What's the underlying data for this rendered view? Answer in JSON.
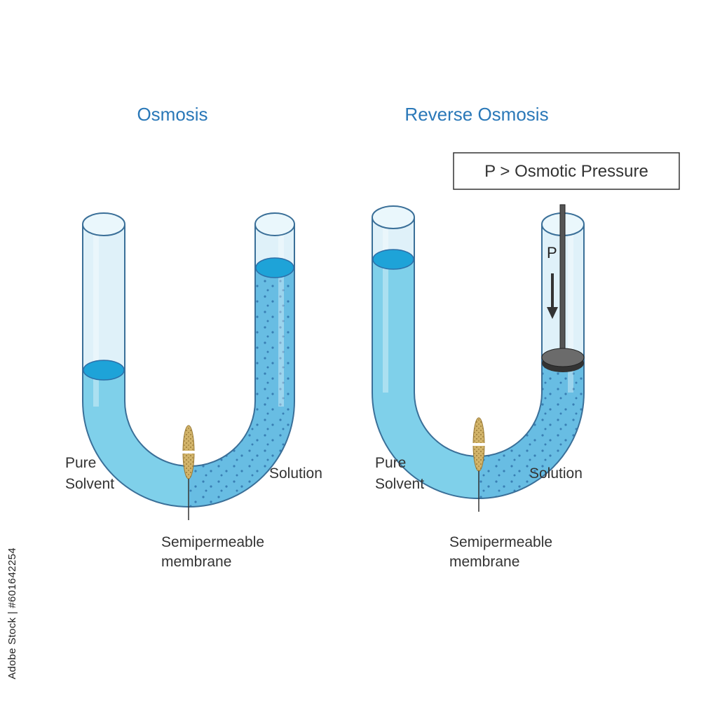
{
  "diagrams": [
    {
      "title": "Osmosis",
      "labels": {
        "pure_solvent": [
          "Pure",
          "Solvent"
        ],
        "solution": "Solution",
        "membrane": [
          "Semipermeable",
          "membrane"
        ]
      }
    },
    {
      "title": "Reverse Osmosis",
      "pressure_box": "P > Osmotic Pressure",
      "piston_label": "P",
      "labels": {
        "pure_solvent": [
          "Pure",
          "Solvent"
        ],
        "solution": "Solution",
        "membrane": [
          "Semipermeable",
          "membrane"
        ]
      }
    }
  ],
  "side_text": "Adobe Stock | #601642254",
  "colors": {
    "water": "#7fd0ea",
    "water_surface": "#1ea3d8",
    "glass": "#dff1f9",
    "tube_outline": "#3a6f98",
    "title": "#2a78b8",
    "membrane": "#d2b46a"
  },
  "icons": [
    "right-arrow-icon",
    "left-arrow-icon",
    "down-arrow-icon",
    "piston-icon"
  ]
}
